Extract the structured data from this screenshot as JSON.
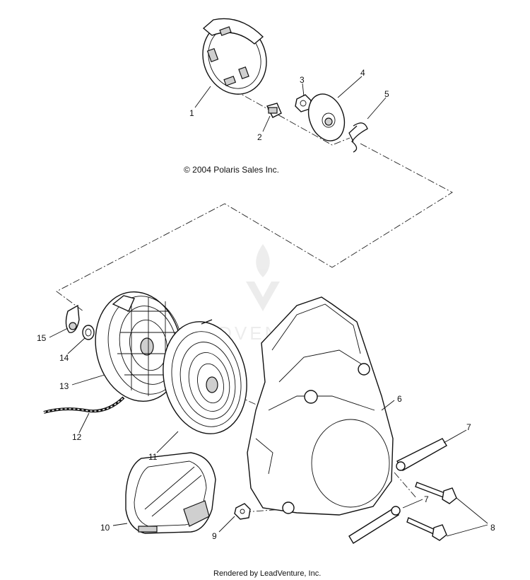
{
  "copyright": "© 2004 Polaris Sales Inc.",
  "footer": "Rendered by LeadVenture, Inc.",
  "watermark": "LEADVENTURE",
  "callouts": {
    "c1": "1",
    "c2": "2",
    "c3": "3",
    "c4": "4",
    "c5": "5",
    "c6": "6",
    "c7a": "7",
    "c7b": "7",
    "c8": "8",
    "c9": "9",
    "c10": "10",
    "c11": "11",
    "c12": "12",
    "c13": "13",
    "c14": "14",
    "c15": "15"
  }
}
